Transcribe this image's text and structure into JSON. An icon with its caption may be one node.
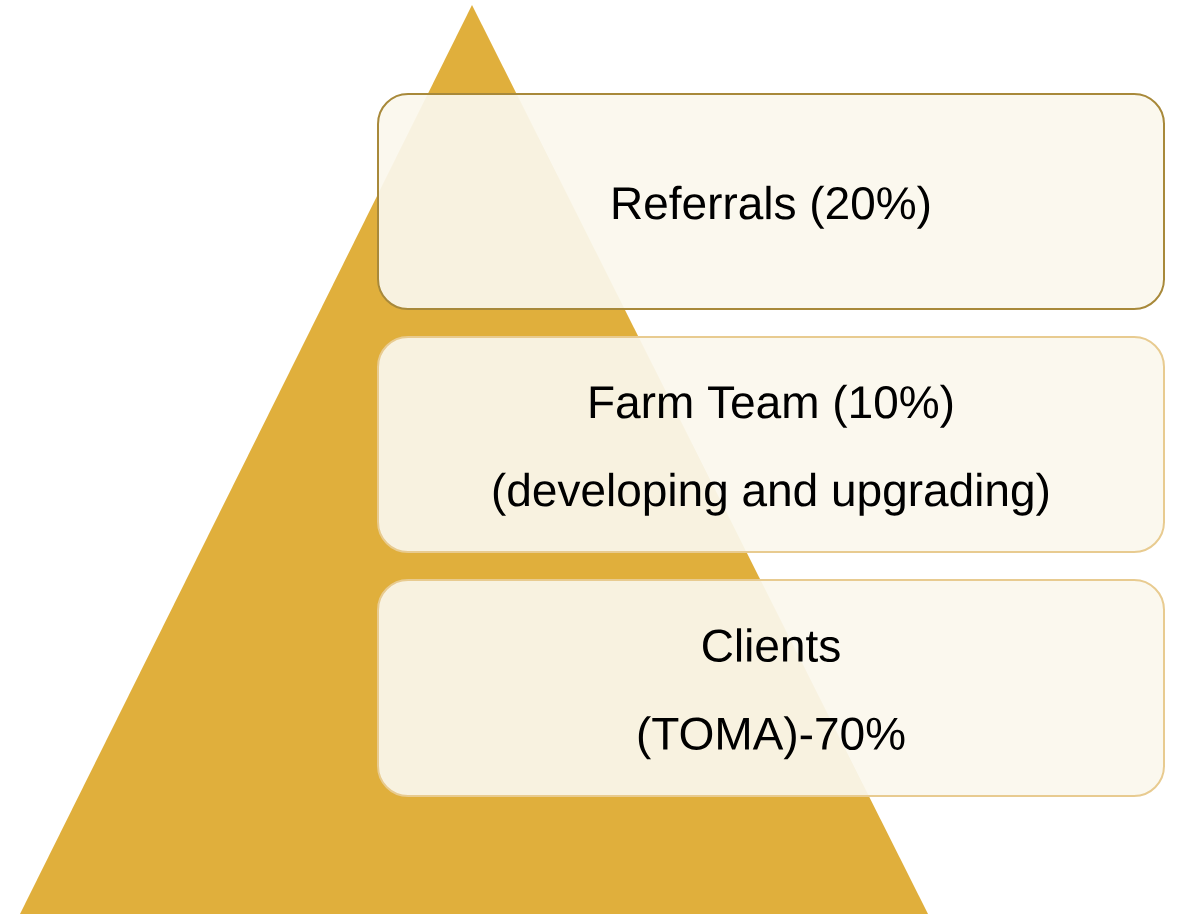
{
  "diagram": {
    "nodes": [
      {
        "text": [
          "Referrals (20%)"
        ]
      },
      {
        "text": [
          "Farm Team (10%)",
          "(developing and upgrading)"
        ]
      },
      {
        "text": [
          "Clients",
          "(TOMA)-70%"
        ]
      }
    ]
  }
}
